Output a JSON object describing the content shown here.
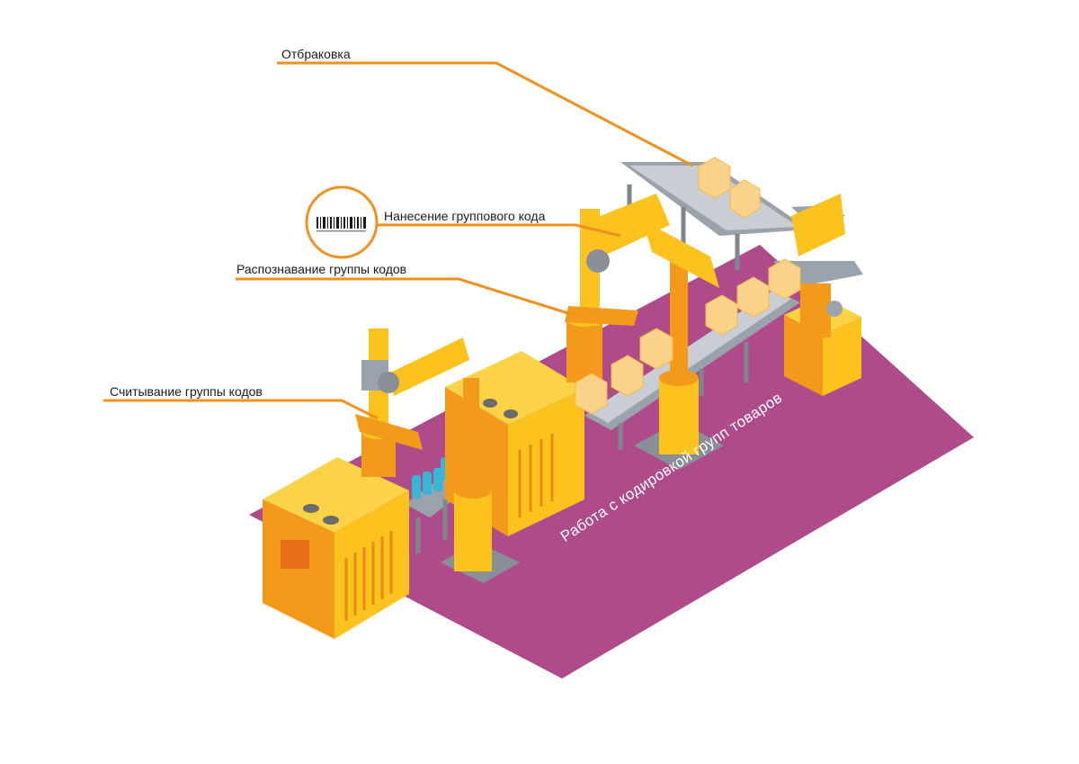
{
  "labels": {
    "rejection": "Отбраковка",
    "group_code_application": "Нанесение группового кода",
    "group_recognition": "Распознавание группы кодов",
    "group_reading": "Считывание группы кодов"
  },
  "floor_caption": "Работа с кодировкой групп товаров",
  "colors": {
    "floor": "#b04b8b",
    "callout_line": "#f0901e",
    "machine_main": "#fcc21d",
    "machine_shade": "#f49a1a",
    "conveyor": "#9aa3ab",
    "box": "#fbd28a",
    "bottles": "#37b6d6"
  }
}
